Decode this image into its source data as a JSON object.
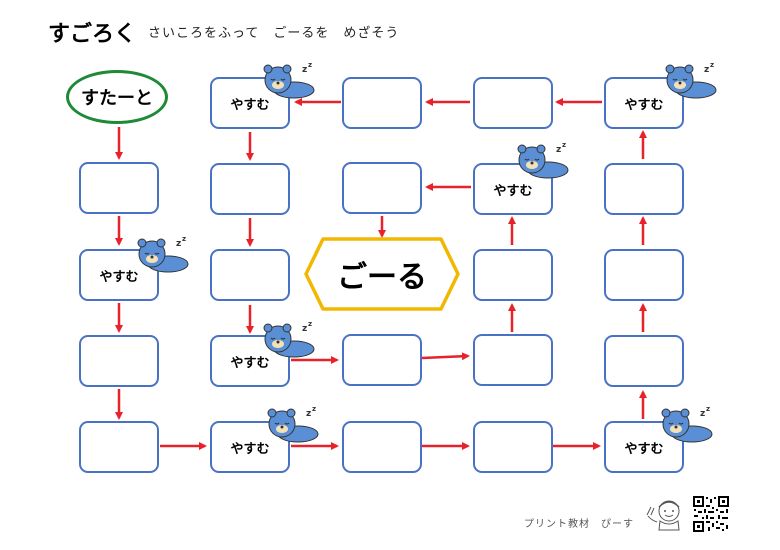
{
  "header": {
    "title": "すごろく",
    "subtitle": "さいころをふって　ごーるを　めざそう"
  },
  "board": {
    "start_label": "すたーと",
    "goal_label": "ごーる",
    "rest_label": "やすむ",
    "colors": {
      "cell_border": "#4a72c4",
      "arrow": "#e8222a",
      "start_border": "#1e8a35",
      "goal_border": "#f2b700",
      "bear": "#5a8fd6"
    }
  },
  "footer": {
    "credit": "プリント教材　ぴーす"
  },
  "icons": {
    "bear": "sleeping-bear-icon",
    "kid": "kid-peace-sign-icon",
    "qr": "qr-code-icon"
  }
}
